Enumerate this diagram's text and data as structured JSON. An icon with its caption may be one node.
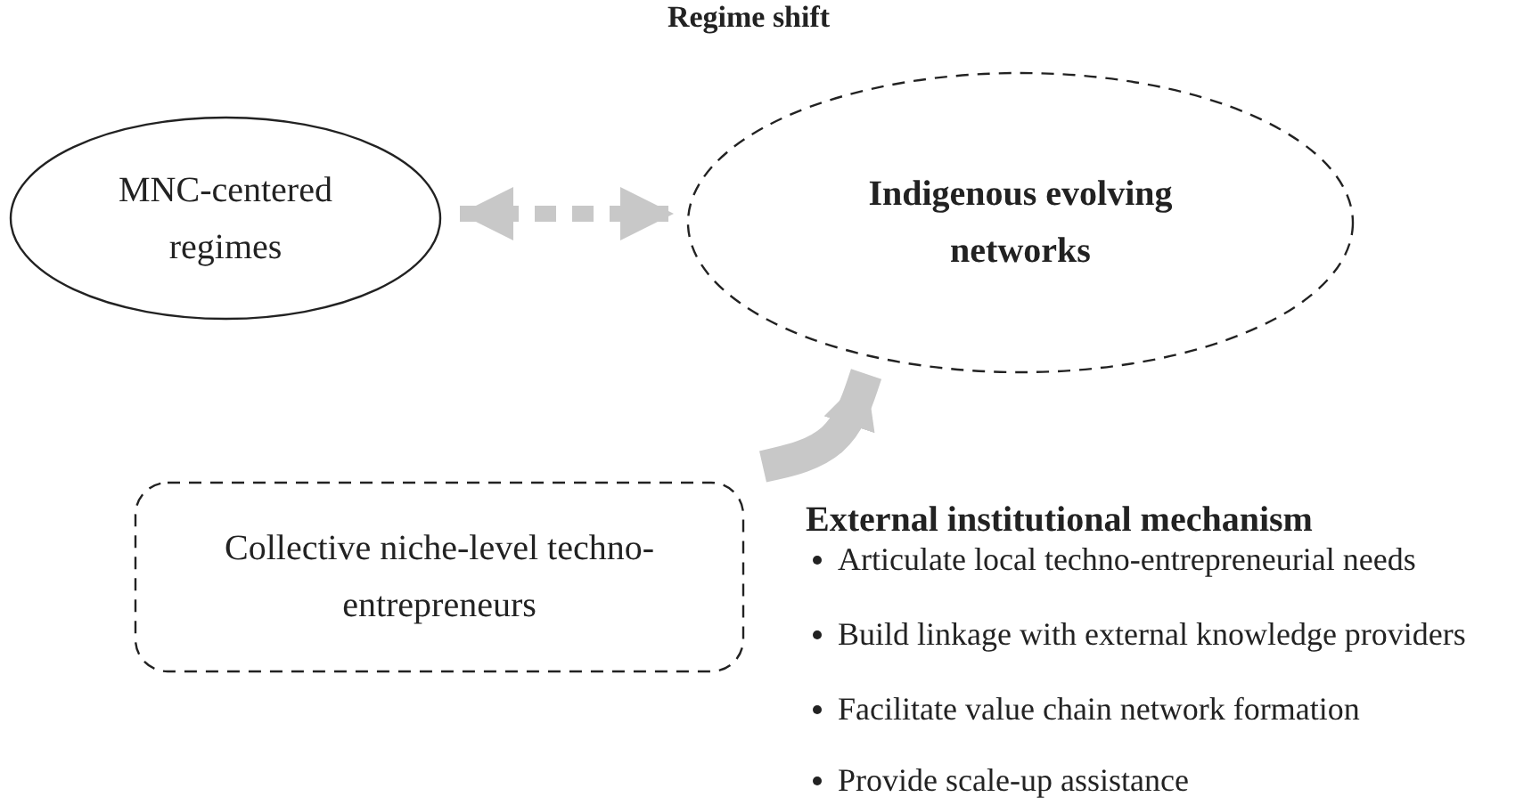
{
  "diagram": {
    "title": "Regime shift",
    "nodes": [
      {
        "text": [
          "MNC-centered regimes"
        ]
      },
      {
        "text": [
          "Indigenous evolving networks"
        ]
      },
      {
        "text": [
          "Collective niche-level techno-entrepreneurs"
        ]
      }
    ],
    "edges": [
      {
        "from": 0,
        "to": 1,
        "arrow": "both",
        "style": "dashed"
      },
      {
        "from": 2,
        "to": 1,
        "arrow": "to",
        "style": "thick"
      }
    ],
    "labels": [
      "External institutional mechanism",
      "Articulate local techno-entrepreneurial needs",
      "Build linkage with external knowledge providers",
      "Facilitate value chain network formation",
      "Provide scale-up assistance"
    ]
  }
}
